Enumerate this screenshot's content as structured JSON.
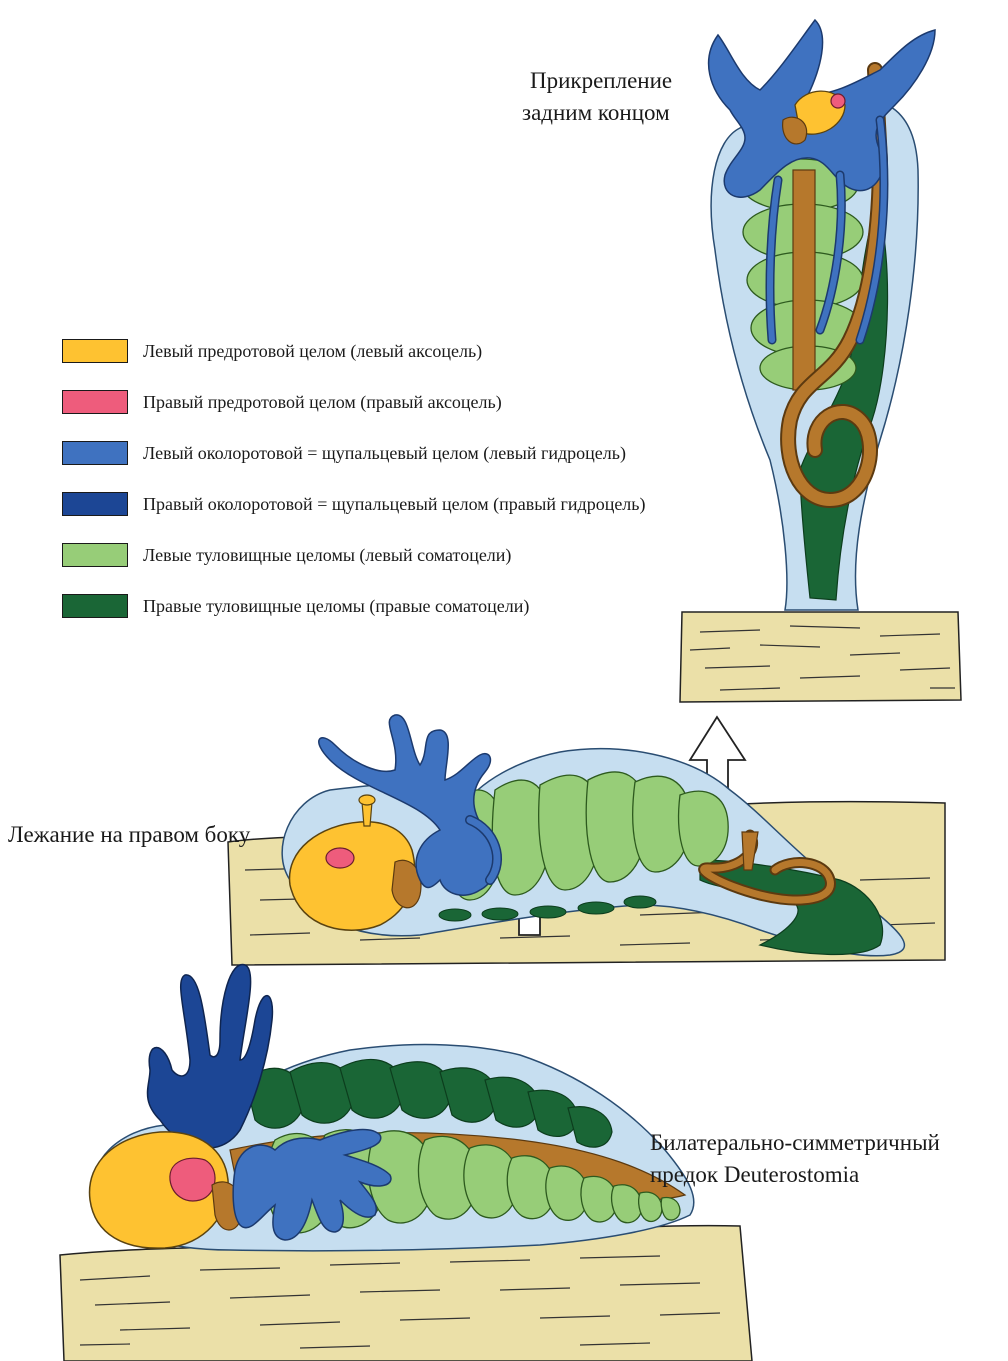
{
  "labels": {
    "top_line1": "Прикрепление",
    "top_line2": "задним концом",
    "middle": "Лежание на правом боку",
    "bottom_line1": "Билатерально-симметричный",
    "bottom_line2": "предок Deuterostomia"
  },
  "legend": [
    {
      "color": "#fec231",
      "text": "Левый предротовой целом (левый аксоцель)"
    },
    {
      "color": "#ee5c7c",
      "text": "Правый предротовой целом (правый аксоцель)"
    },
    {
      "color": "#3f72c0",
      "text": "Левый околоротовой = щупальцевый целом (левый гидроцель)"
    },
    {
      "color": "#1c4695",
      "text": "Правый околоротовой = щупальцевый целом (правый гидроцель)"
    },
    {
      "color": "#97cd78",
      "text": "Левые туловищные целомы (левый соматоцели)"
    },
    {
      "color": "#1a6636",
      "text": "Правые туловищные целомы (правые соматоцели)"
    }
  ],
  "colors": {
    "ground": "#ebe0a8",
    "body_outline": "#c6def0",
    "gut": "#b6782c",
    "arrow": "#ffffff"
  }
}
